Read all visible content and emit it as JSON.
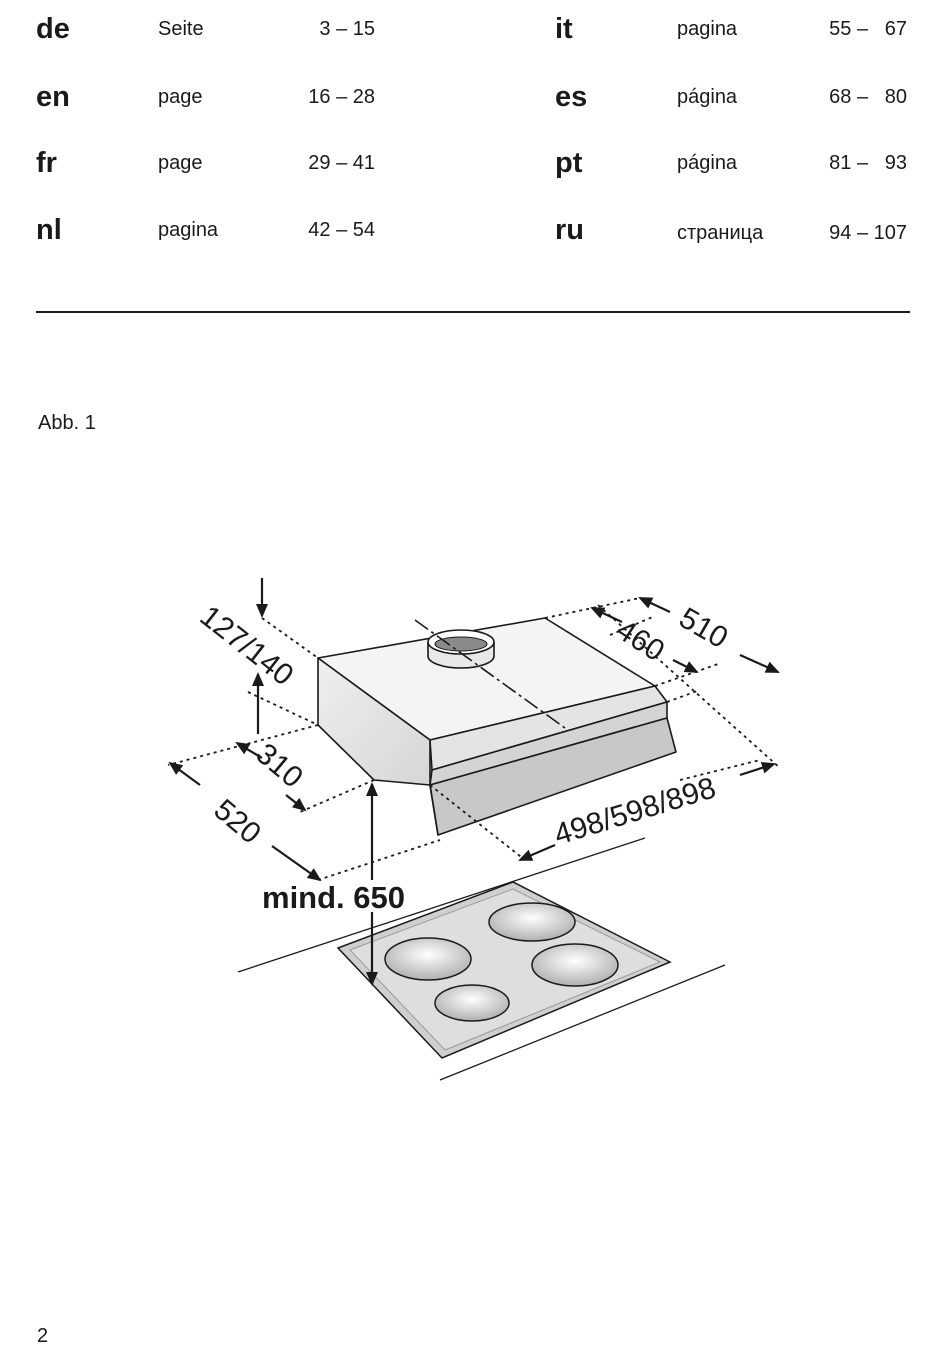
{
  "languages": [
    {
      "code": "de",
      "word": "Seite",
      "range": "3 – 15"
    },
    {
      "code": "en",
      "word": "page",
      "range": "16 – 28"
    },
    {
      "code": "fr",
      "word": "page",
      "range": "29 – 41"
    },
    {
      "code": "nl",
      "word": "pagina",
      "range": "42 – 54"
    },
    {
      "code": "it",
      "word": "pagina",
      "range": "55 –   67"
    },
    {
      "code": "es",
      "word": "página",
      "range": "68 –   80"
    },
    {
      "code": "pt",
      "word": "página",
      "range": "81 –   93"
    },
    {
      "code": "ru",
      "word": "страница",
      "range": "94 – 107"
    }
  ],
  "figure": {
    "label": "Abb. 1",
    "dimensions": {
      "height": "127/140",
      "depth_inner": "460",
      "depth_outer": "510",
      "front_height": "310",
      "side_depth": "520",
      "width": "498/598/898",
      "min_distance": "mind. 650"
    }
  },
  "page_number": "2"
}
